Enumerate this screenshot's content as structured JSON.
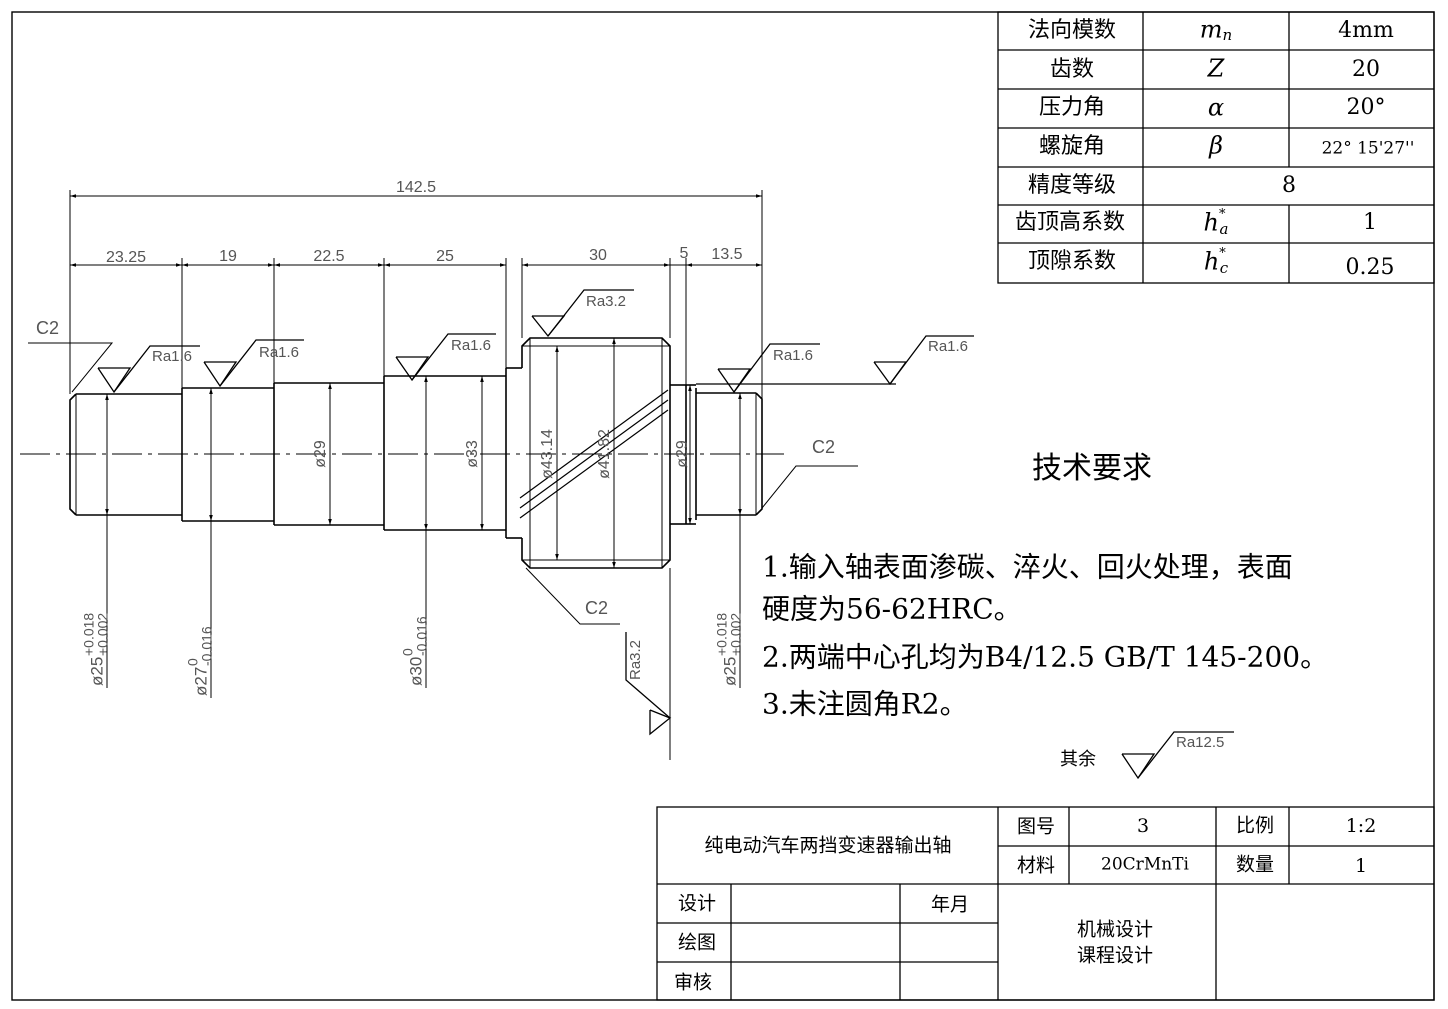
{
  "gear_params": {
    "rows": [
      {
        "name": "法向模数",
        "symbol": "mn",
        "value": "4mm"
      },
      {
        "name": "齿数",
        "symbol": "Z",
        "value": "20"
      },
      {
        "name": "压力角",
        "symbol": "α",
        "value": "20°"
      },
      {
        "name": "螺旋角",
        "symbol": "β",
        "value": "22° 15'27''"
      },
      {
        "name": "精度等级",
        "symbol": "",
        "value": "8"
      },
      {
        "name": "齿顶高系数",
        "symbol": "h*a",
        "value": "1"
      },
      {
        "name": "顶隙系数",
        "symbol": "h*c",
        "value": "0.25"
      }
    ]
  },
  "dims": {
    "total": "142.5",
    "seg1": "23.25",
    "seg2": "19",
    "seg3": "22.5",
    "seg4": "25",
    "seg5": "30",
    "seg6": "5",
    "seg7": "13.5",
    "d1": "ø25",
    "d1_tol_up": "+0.018",
    "d1_tol_lo": "+0.002",
    "d2": "ø27",
    "d2_tol_up": "0",
    "d2_tol_lo": "-0.016",
    "d3": "ø29",
    "d4": "ø30",
    "d4_tol_up": "0",
    "d4_tol_lo": "-0.016",
    "d5": "ø33",
    "d6": "ø43.14",
    "d7": "ø41.82",
    "d8": "ø29",
    "d9": "ø25",
    "d9_tol_up": "+0.018",
    "d9_tol_lo": "+0.002",
    "chamfer_left": "C2",
    "chamfer_right": "C2",
    "chamfer_gear": "C2"
  },
  "roughness": {
    "r1": "Ra1.6",
    "r2": "Ra1.6",
    "r3": "Ra1.6",
    "r4": "Ra3.2",
    "r5": "Ra1.6",
    "r6": "Ra1.6",
    "r7": "Ra3.2",
    "rest_label": "其余",
    "rest_value": "Ra12.5"
  },
  "tech": {
    "title": "技术要求",
    "line1": "1.输入轴表面渗碳、淬火、回火处理，表面",
    "line2": "硬度为56-62HRC。",
    "line3": "2.两端中心孔均为B4/12.5 GB/T 145-200。",
    "line4": "3.未注圆角R2。"
  },
  "title_block": {
    "part_name": "纯电动汽车两挡变速器输出轴",
    "drawing_no_label": "图号",
    "drawing_no": "3",
    "scale_label": "比例",
    "scale": "1:2",
    "material_label": "材料",
    "material": "20CrMnTi",
    "qty_label": "数量",
    "qty": "1",
    "design": "设计",
    "draw": "绘图",
    "check": "审核",
    "date": "年月",
    "org_line1": "机械设计",
    "org_line2": "课程设计"
  }
}
